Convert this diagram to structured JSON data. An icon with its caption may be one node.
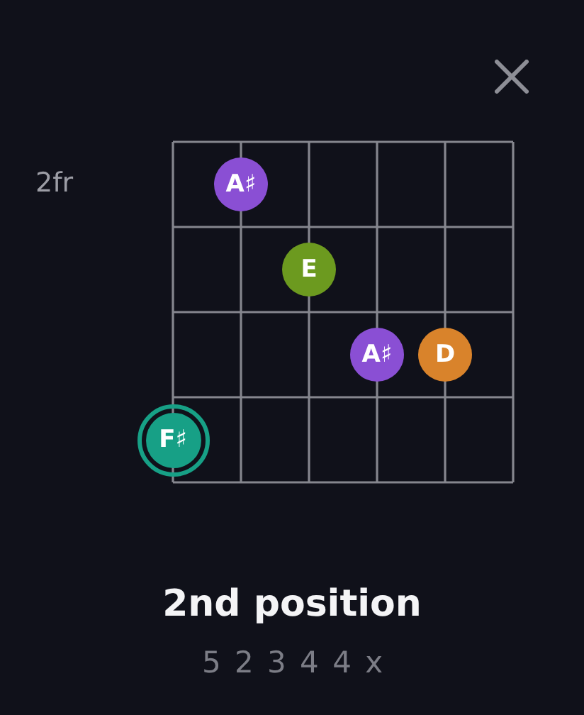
{
  "diagram": {
    "title": "2nd position",
    "nodes": [
      {
        "text": [
          "A♯"
        ]
      },
      {
        "text": [
          "E"
        ]
      },
      {
        "text": [
          "A♯"
        ]
      },
      {
        "text": [
          "D"
        ]
      },
      {
        "text": [
          "F♯"
        ]
      }
    ],
    "labels": [
      "2fr",
      "5 2 3 4 4 x"
    ]
  }
}
